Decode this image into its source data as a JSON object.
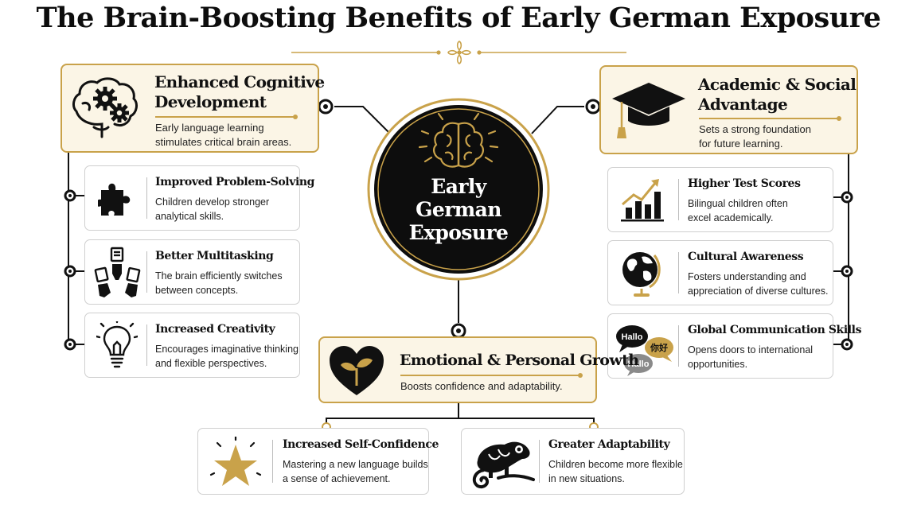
{
  "title": "The Brain-Boosting Benefits of Early German Exposure",
  "center": {
    "line1": "Early",
    "line2": "German",
    "line3": "Exposure"
  },
  "cognitive": {
    "title_line1": "Enhanced Cognitive",
    "title_line2": "Development",
    "text_line1": "Early language learning",
    "text_line2": "stimulates critical brain areas.",
    "items": [
      {
        "title": "Improved Problem-Solving",
        "text_line1": "Children develop stronger",
        "text_line2": "analytical skills."
      },
      {
        "title": "Better Multitasking",
        "text_line1": "The brain efficiently switches",
        "text_line2": "between concepts."
      },
      {
        "title": "Increased Creativity",
        "text_line1": "Encourages imaginative thinking",
        "text_line2": "and flexible perspectives."
      }
    ]
  },
  "academic": {
    "title_line1": "Academic & Social",
    "title_line2": "Advantage",
    "text_line1": "Sets a strong foundation",
    "text_line2": "for future learning.",
    "items": [
      {
        "title": "Higher Test Scores",
        "text_line1": "Bilingual children often",
        "text_line2": "excel academically."
      },
      {
        "title": "Cultural Awareness",
        "text_line1": "Fosters understanding and",
        "text_line2": "appreciation of diverse cultures."
      },
      {
        "title": "Global Communication Skills",
        "text_line1": "Opens doors to international",
        "text_line2": "opportunities."
      }
    ]
  },
  "emotional": {
    "title": "Emotional & Personal Growth",
    "text": "Boosts confidence and adaptability.",
    "items": [
      {
        "title": "Increased Self-Confidence",
        "text_line1": "Mastering a new language builds",
        "text_line2": "a sense of achievement."
      },
      {
        "title": "Greater Adaptability",
        "text_line1": "Children become more flexible",
        "text_line2": "in new situations."
      }
    ]
  },
  "speech": {
    "hallo_top": "Hallo",
    "nihao": "你好",
    "hallo_bottom": "Hallo"
  },
  "icons": {
    "center": "brain-outline-icon",
    "cognitive": "brain-gears-icon",
    "problem_solving": "puzzle-piece-icon",
    "multitasking": "hands-papers-icon",
    "creativity": "light-bulb-icon",
    "academic": "graduation-cap-icon",
    "test_scores": "bar-chart-icon",
    "cultural": "globe-icon",
    "communication": "speech-bubbles-icon",
    "emotional": "heart-sprout-icon",
    "confidence": "star-icon",
    "adaptability": "chameleon-icon"
  },
  "colors": {
    "gold": "#c9a24a",
    "cream": "#fbf5e6",
    "black": "#0d0d0d"
  }
}
